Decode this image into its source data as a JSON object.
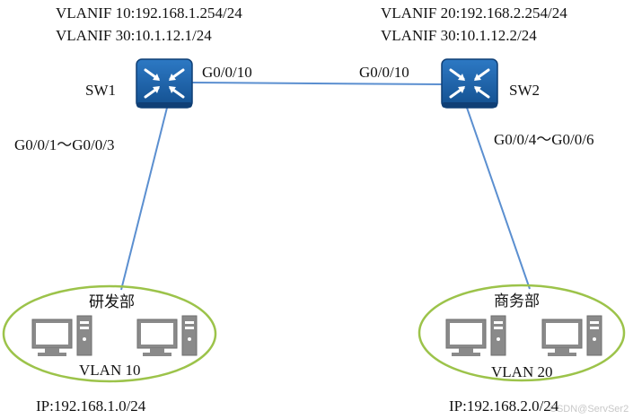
{
  "switches": [
    {
      "name": "SW1",
      "vlanif": [
        "VLANIF 10:192.168.1.254/24",
        "VLANIF 30:10.1.12.1/24"
      ],
      "uplink_port": "G0/0/10",
      "access_ports": "G0/0/1～G0/0/3"
    },
    {
      "name": "SW2",
      "vlanif": [
        "VLANIF 20:192.168.2.254/24",
        "VLANIF 30:10.1.12.2/24"
      ],
      "uplink_port": "G0/0/10",
      "access_ports": "G0/0/4～G0/0/6"
    }
  ],
  "departments": [
    {
      "name": "研发部",
      "vlan": "VLAN 10",
      "ip": "IP:192.168.1.0/24"
    },
    {
      "name": "商务部",
      "vlan": "VLAN 20",
      "ip": "IP:192.168.2.0/24"
    }
  ],
  "watermark": "CSDN@ServSer2",
  "colors": {
    "switch_body": "#1a5fa6",
    "switch_dark": "#0f3f75",
    "link_line": "#5b8fd0",
    "ellipse_stroke": "#9cc34a",
    "pc_body": "#8a8a8a",
    "pc_screen": "#ffffff"
  },
  "icons": [
    "switch-icon",
    "pc-icon"
  ]
}
